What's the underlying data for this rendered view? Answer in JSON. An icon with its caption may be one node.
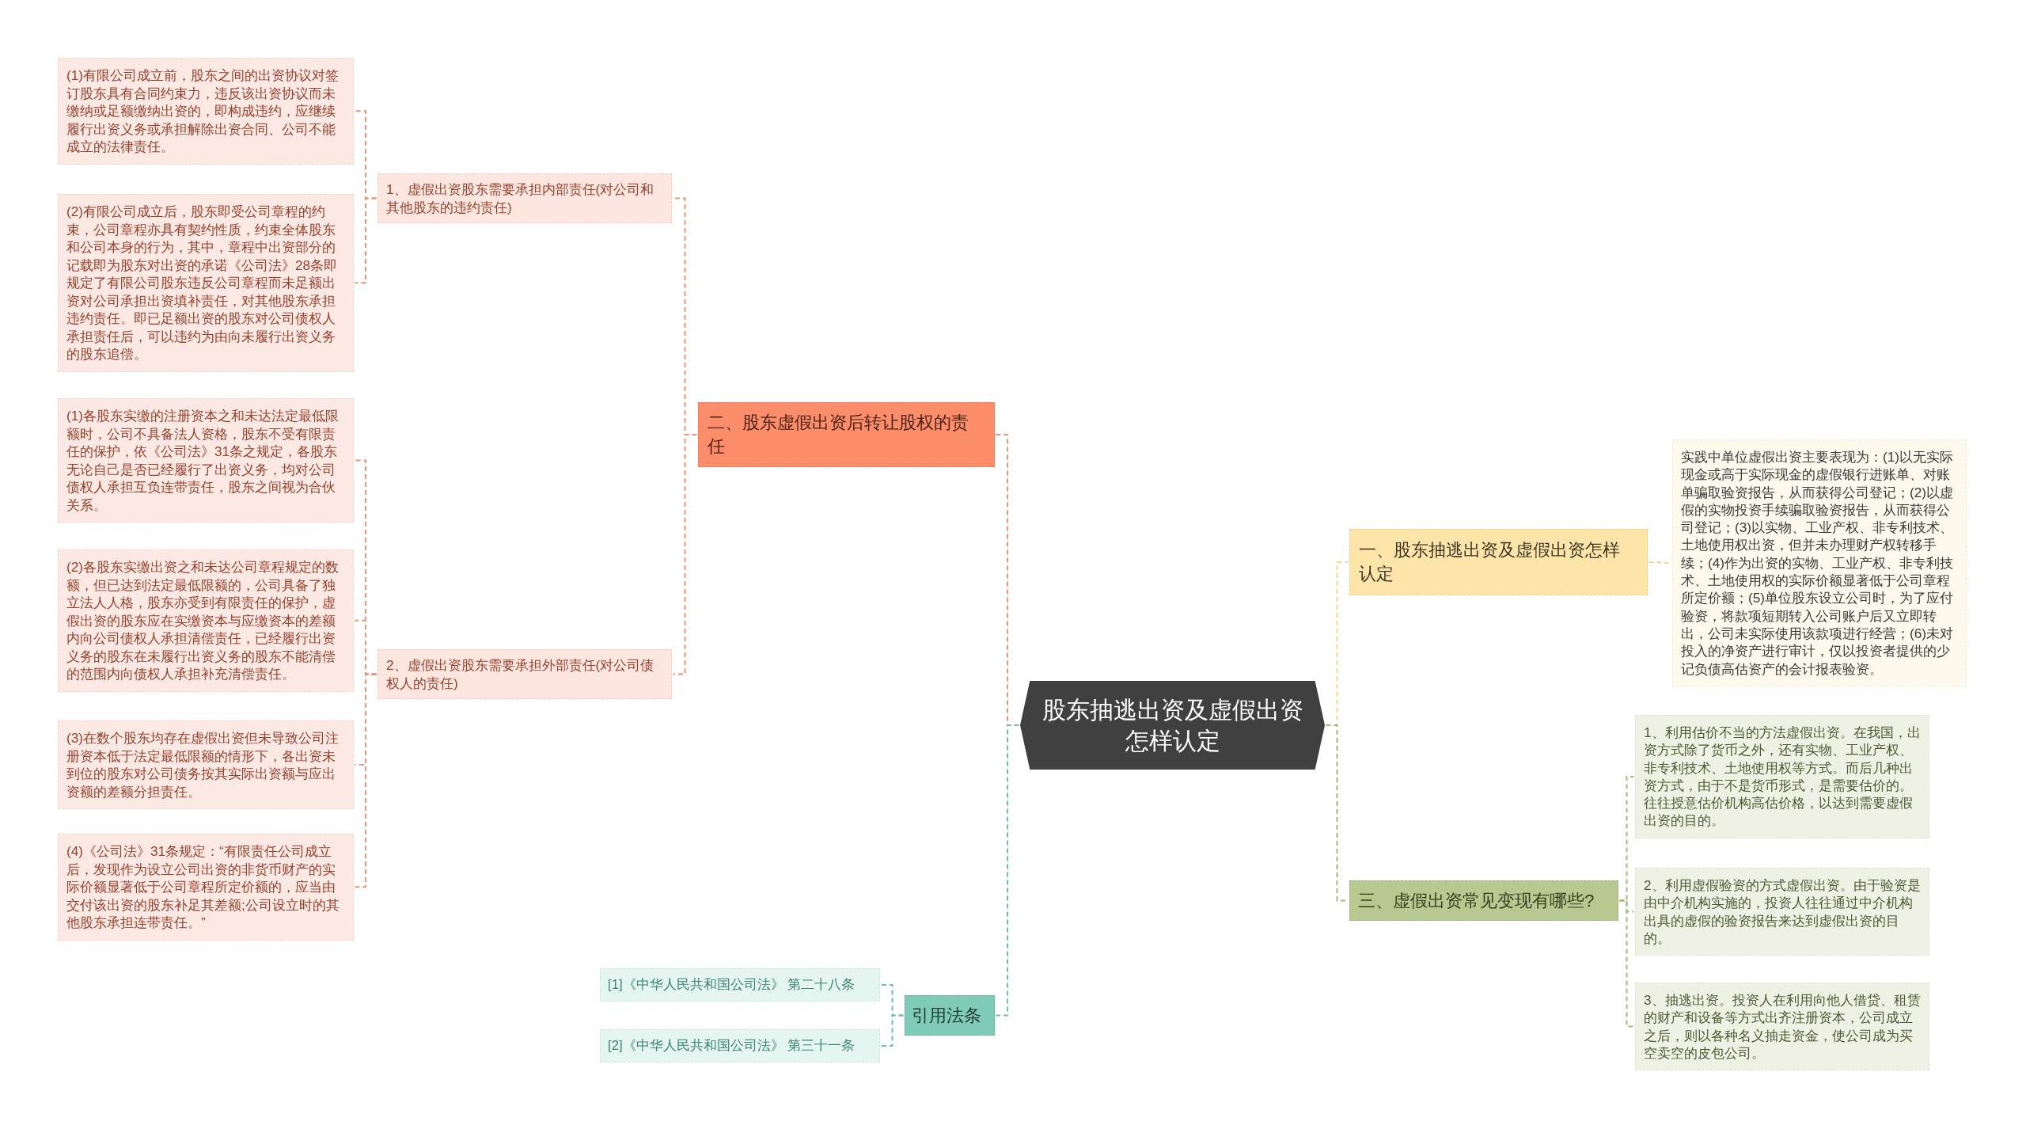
{
  "diagram": {
    "nodes": [
      {
        "text": [
          "股东抽逃出资及虚假出资怎样认定"
        ]
      },
      {
        "text": [
          "一、股东抽逃出资及虚假出资怎样认定"
        ]
      },
      {
        "text": [
          "实践中单位虚假出资主要表现为：(1)以无实际现金或高于实际现金的虚假银行进账单、对账单骗取验资报告，从而获得公司登记；(2)以虚假的实物投资手续骗取验资报告，从而获得公司登记；(3)以实物、工业产权、非专利技术、土地使用权出资，但并未办理财产权转移手续；(4)作为出资的实物、工业产权、非专利技术、土地使用权的实际价额显著低于公司章程所定价额；(5)单位股东设立公司时，为了应付验资，将款项短期转入公司账户后又立即转出，公司未实际使用该款项进行经营；(6)未对投入的净资产进行审计，仅以投资者提供的少记负债高估资产的会计报表验资。"
        ]
      },
      {
        "text": [
          "二、股东虚假出资后转让股权的责任"
        ]
      },
      {
        "text": [
          "1、虚假出资股东需要承担内部责任(对公司和其他股东的违约责任)"
        ]
      },
      {
        "text": [
          "(1)有限公司成立前，股东之间的出资协议对签订股东具有合同约束力，违反该出资协议而未缴纳或足额缴纳出资的，即构成违约，应继续履行出资义务或承担解除出资合同、公司不能成立的法律责任。"
        ]
      },
      {
        "text": [
          "(2)有限公司成立后，股东即受公司章程的约束，公司章程亦具有契约性质，约束全体股东和公司本身的行为，其中，章程中出资部分的记载即为股东对出资的承诺《公司法》28条即规定了有限公司股东违反公司章程而未足额出资对公司承担出资填补责任，对其他股东承担违约责任。即已足额出资的股东对公司债权人承担责任后，可以违约为由向未履行出资义务的股东追偿。"
        ]
      },
      {
        "text": [
          "2、虚假出资股东需要承担外部责任(对公司债权人的责任)"
        ]
      },
      {
        "text": [
          "(1)各股东实缴的注册资本之和未达法定最低限额时，公司不具备法人资格，股东不受有限责任的保护，依《公司法》31条之规定，各股东无论自己是否已经履行了出资义务，均对公司债权人承担互负连带责任，股东之间视为合伙关系。"
        ]
      },
      {
        "text": [
          "(2)各股东实缴出资之和未达公司章程规定的数额，但已达到法定最低限额的，公司具备了独立法人人格，股东亦受到有限责任的保护，虚假出资的股东应在实缴资本与应缴资本的差额内向公司债权人承担清偿责任，已经履行出资义务的股东在未履行出资义务的股东不能清偿的范围内向债权人承担补充清偿责任。"
        ]
      },
      {
        "text": [
          "(3)在数个股东均存在虚假出资但未导致公司注册资本低于法定最低限额的情形下，各出资未到位的股东对公司债务按其实际出资额与应出资额的差额分担责任。"
        ]
      },
      {
        "text": [
          "(4)《公司法》31条规定：“有限责任公司成立后，发现作为设立公司出资的非货币财产的实际价额显著低于公司章程所定价额的，应当由交付该出资的股东补足其差额;公司设立时的其他股东承担连带责任。”"
        ]
      },
      {
        "text": [
          "三、虚假出资常见变现有哪些?"
        ]
      },
      {
        "text": [
          "1、利用估价不当的方法虚假出资。在我国，出资方式除了货币之外，还有实物、工业产权、非专利技术、土地使用权等方式。而后几种出资方式，由于不是货币形式，是需要估价的。往往授意估价机构高估价格，以达到需要虚假出资的目的。"
        ]
      },
      {
        "text": [
          "2、利用虚假验资的方式虚假出资。由于验资是由中介机构实施的，投资人往往通过中介机构出具的虚假的验资报告来达到虚假出资的目的。"
        ]
      },
      {
        "text": [
          "3、抽逃出资。投资人在利用向他人借贷、租赁的财产和设备等方式出齐注册资本，公司成立之后，则以各种名义抽走资金，使公司成为买空卖空的皮包公司。"
        ]
      },
      {
        "text": [
          "引用法条"
        ]
      },
      {
        "text": [
          "[1]《中华人民共和国公司法》 第二十八条"
        ]
      },
      {
        "text": [
          "[2]《中华人民共和国公司法》 第三十一条"
        ]
      }
    ],
    "edges": [
      {
        "from": 0,
        "to": 1,
        "arrow": "none",
        "style": "dashed",
        "color": "#f2d995"
      },
      {
        "from": 1,
        "to": 2,
        "arrow": "none",
        "style": "dashed",
        "color": "#f2d995"
      },
      {
        "from": 0,
        "to": 3,
        "arrow": "none",
        "style": "dashed",
        "color": "#e8957b"
      },
      {
        "from": 3,
        "to": 4,
        "arrow": "none",
        "style": "dashed",
        "color": "#e8957b"
      },
      {
        "from": 4,
        "to": 5,
        "arrow": "none",
        "style": "dashed",
        "color": "#e8957b"
      },
      {
        "from": 4,
        "to": 6,
        "arrow": "none",
        "style": "dashed",
        "color": "#e8957b"
      },
      {
        "from": 3,
        "to": 7,
        "arrow": "none",
        "style": "dashed",
        "color": "#e8957b"
      },
      {
        "from": 7,
        "to": 8,
        "arrow": "none",
        "style": "dashed",
        "color": "#e8957b"
      },
      {
        "from": 7,
        "to": 9,
        "arrow": "none",
        "style": "dashed",
        "color": "#e8957b"
      },
      {
        "from": 7,
        "to": 10,
        "arrow": "none",
        "style": "dashed",
        "color": "#e8957b"
      },
      {
        "from": 7,
        "to": 11,
        "arrow": "none",
        "style": "dashed",
        "color": "#e8957b"
      },
      {
        "from": 0,
        "to": 12,
        "arrow": "none",
        "style": "dashed",
        "color": "#a3b878"
      },
      {
        "from": 12,
        "to": 13,
        "arrow": "none",
        "style": "dashed",
        "color": "#a3b878"
      },
      {
        "from": 12,
        "to": 14,
        "arrow": "none",
        "style": "dashed",
        "color": "#a3b878"
      },
      {
        "from": 12,
        "to": 15,
        "arrow": "none",
        "style": "dashed",
        "color": "#a3b878"
      },
      {
        "from": 0,
        "to": 16,
        "arrow": "none",
        "style": "dashed",
        "color": "#6dc0ab"
      },
      {
        "from": 16,
        "to": 17,
        "arrow": "none",
        "style": "dashed",
        "color": "#6dc0ab"
      },
      {
        "from": 16,
        "to": 18,
        "arrow": "none",
        "style": "dashed",
        "color": "#6dc0ab"
      }
    ]
  }
}
